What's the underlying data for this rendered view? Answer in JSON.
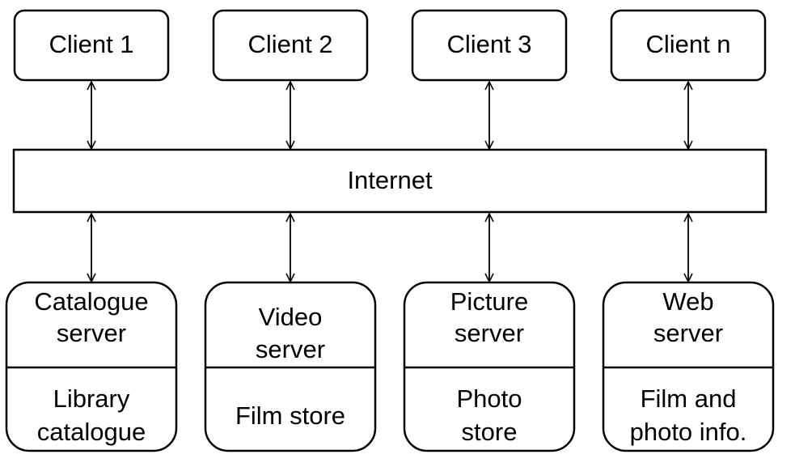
{
  "clients": [
    {
      "label": "Client 1"
    },
    {
      "label": "Client 2"
    },
    {
      "label": "Client 3"
    },
    {
      "label": "Client n"
    }
  ],
  "network": {
    "label": "Internet"
  },
  "servers": [
    {
      "name_lines": [
        "Catalogue",
        "server"
      ],
      "store_lines": [
        "Library",
        "catalogue"
      ]
    },
    {
      "name_lines": [
        "Video",
        "server"
      ],
      "store_lines": [
        "Film store"
      ]
    },
    {
      "name_lines": [
        "Picture",
        "server"
      ],
      "store_lines": [
        "Photo",
        "store"
      ]
    },
    {
      "name_lines": [
        "Web",
        "server"
      ],
      "store_lines": [
        "Film and",
        "photo info."
      ]
    }
  ],
  "colors": {
    "stroke": "#000000",
    "fill": "#ffffff"
  }
}
